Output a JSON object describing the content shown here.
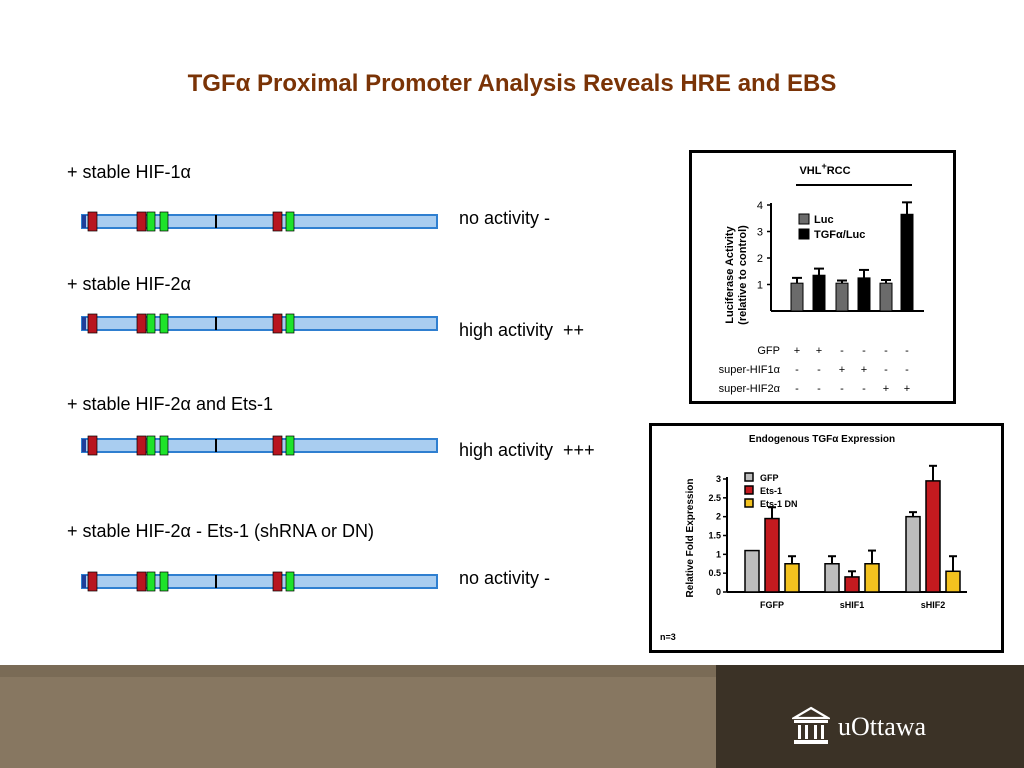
{
  "slide": {
    "title_prefix": "TGF",
    "alpha": "α",
    "title_suffix": " Proximal Promoter Analysis Reveals HRE and EBS"
  },
  "rows": [
    {
      "label": "+ stable HIF-1α",
      "note": "no activity -"
    },
    {
      "label": "+ stable HIF-2α",
      "note": "high activity  ++"
    },
    {
      "label": "+ stable HIF-2α  and Ets-1",
      "note": "high activity  +++"
    },
    {
      "label": "+ stable HIF-2α  - Ets-1  (shRNA or DN)",
      "note": "no activity -"
    }
  ],
  "colors": {
    "title": "#7a3306",
    "promoter_fill": "#a9cdf0",
    "promoter_border": "#2f7fd0",
    "hre": "#b8151f",
    "ebs": "#1ee32a",
    "footer": "#877761",
    "footer_dark": "#3b3226"
  },
  "chart_data": [
    {
      "type": "bar",
      "title": "VHL+RCC",
      "title_main": "VHL",
      "title_sup": "+",
      "title_tail": "RCC",
      "ylabel_line1": "Luciferase Activity",
      "ylabel_line2": "(relative  to control)",
      "ylim": [
        0,
        4
      ],
      "yticks": [
        "1",
        "2",
        "3",
        "4"
      ],
      "series": [
        {
          "name": "Luc",
          "color": "#6b6b6b",
          "values": [
            1.05,
            1.05,
            1.05
          ]
        },
        {
          "name": "TGFα/Luc",
          "color": "#000000",
          "values": [
            1.35,
            1.25,
            3.65
          ]
        }
      ],
      "errors": {
        "Luc": [
          0.2,
          0.1,
          0.12
        ],
        "TGFα/Luc": [
          0.25,
          0.3,
          0.45
        ]
      },
      "condition_rows": [
        {
          "label": "GFP",
          "values": [
            "+",
            "+",
            "-",
            "-",
            "-",
            "-"
          ]
        },
        {
          "label": "super-HIF1α",
          "values": [
            "-",
            "-",
            "+",
            "+",
            "-",
            "-"
          ]
        },
        {
          "label": "super-HIF2α",
          "values": [
            "-",
            "-",
            "-",
            "-",
            "+",
            "+"
          ]
        }
      ]
    },
    {
      "type": "bar",
      "title": "Endogenous TGFα Expression",
      "ylabel": "Relative Fold Expression",
      "ylim": [
        0,
        3
      ],
      "yticks": [
        "0",
        "0.5",
        "1",
        "1.5",
        "2",
        "2.5",
        "3"
      ],
      "categories": [
        "FGFP",
        "sHIF1",
        "sHIF2"
      ],
      "series": [
        {
          "name": "GFP",
          "color": "#bdbdbd",
          "values": [
            1.1,
            0.75,
            2.0
          ]
        },
        {
          "name": "Ets-1",
          "color": "#c41a1f",
          "values": [
            1.95,
            0.4,
            2.95
          ]
        },
        {
          "name": "Ets-1 DN",
          "color": "#f3c21f",
          "values": [
            0.75,
            0.75,
            0.55
          ]
        }
      ],
      "errors": {
        "GFP": [
          0.0,
          0.2,
          0.12
        ],
        "Ets-1": [
          0.3,
          0.15,
          0.4
        ],
        "Ets-1 DN": [
          0.2,
          0.35,
          0.4
        ]
      },
      "note": "n=3"
    }
  ]
}
